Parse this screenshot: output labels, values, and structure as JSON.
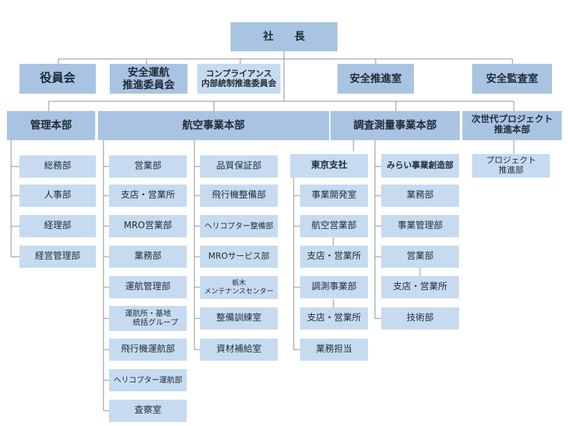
{
  "top": {
    "president": "社　　長"
  },
  "staff_row": {
    "officers": "役員会",
    "flight_safety_committee": "安全運航\n推進委員会",
    "compliance_committee": "コンプライアンス\n内部統制推進委員会",
    "safety_promotion": "安全推進室",
    "safety_audit": "安全監査室"
  },
  "divisions": {
    "management": "管理本部",
    "aviation": "航空事業本部",
    "survey": "調査測量事業本部",
    "next_gen": "次世代プロジェクト\n推進本部"
  },
  "management_depts": [
    "総務部",
    "人事部",
    "経理部",
    "経営管理部"
  ],
  "aviation_col1": [
    "営業部",
    "支店・営業所",
    "MRO営業部",
    "業務部",
    "運航管理部",
    "運航所・基地\n　　統括グループ",
    "飛行機運航部",
    "ヘリコプター運航部",
    "査察室"
  ],
  "aviation_col2": [
    "品質保証部",
    "飛行機整備部",
    "ヘリコプター整備部",
    "MROサービス部",
    "栃木\nメンテナンスセンター",
    "整備訓練室",
    "資材補給室"
  ],
  "survey_tokyo": {
    "branch": "東京支社",
    "depts": [
      "事業開発室",
      "航空営業部",
      "支店・営業所",
      "調測事業部",
      "支店・営業所",
      "業務担当"
    ]
  },
  "survey_col2": {
    "head": "みらい事業創造部",
    "depts": [
      "業務部",
      "事業管理部",
      "営業部",
      "支店・営業所",
      "技術部"
    ]
  },
  "next_gen_depts": [
    "プロジェクト\n推進部"
  ],
  "colors": {
    "dark_box": "#a9c4e2",
    "light_box": "#c6dbf0",
    "connector": "#8a8a8a",
    "text": "#1f2a36"
  }
}
